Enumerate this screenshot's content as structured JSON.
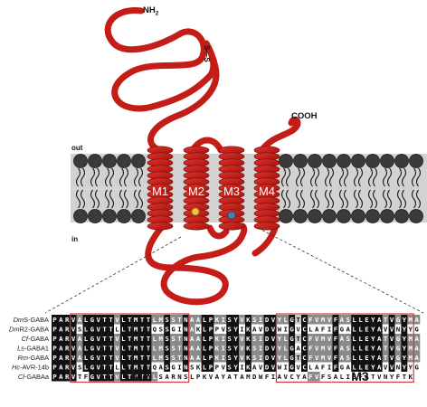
{
  "termini": {
    "n_terminus": "NH",
    "n_terminus_sub": "2",
    "c_terminus": "COOH",
    "disulfide": "S—S"
  },
  "sides": {
    "outside": "out",
    "inside": "in"
  },
  "helices": [
    {
      "label": "M1"
    },
    {
      "label": "M2"
    },
    {
      "label": "M3"
    },
    {
      "label": "M4"
    }
  ],
  "alignment": {
    "rows": [
      {
        "species": "Dm",
        "gene": "S-GABA",
        "sequence": "PARVALGVTTVLTMTTLMSSTNAALPKISYVKSIDVYLGTCFVMVFASLLEYATVGYMA"
      },
      {
        "species": "Dm",
        "gene": "R2-GABA",
        "sequence": "PARVSLGVTTLLTMTTQSSGINAKLPPVSYIKAVDVWIGVCLAFIFGALLEYAVVNYYG"
      },
      {
        "species": "Cf",
        "gene": "-GABA",
        "sequence": "PARVALGVTTVLTMTTLMSSTNAALPKISYVKSIDVYLGTCFVMVFASLLEYATVGYMA"
      },
      {
        "species": "Ls",
        "gene": "-GABA1",
        "sequence": "PARVALGVTTVLTMTTLMSSTNAALPKISYVKSIDVYLGACFVMVFASLLEYATVGYMA"
      },
      {
        "species": "Rm",
        "gene": "-GABA",
        "sequence": "PARVALGVTTVLTMTTLMSSTNAALPKISYVKSIDVYLGTCFVMVFASLLEYATVGYMA"
      },
      {
        "species": "Hc",
        "gene": "-AVR-14b",
        "sequence": "PARVSLGVTTLLTMTTQASGINSKLPPVSYIKAVDVWIGVCLAFIFGALLEYAVVNYYG"
      },
      {
        "species": "Cl",
        "gene": "-GABAa",
        "sequence": "PARVTFGVTTVLTMTTLSARNSLPKVAYATAMDWFIAVCYAFVFSALIEFATVNYFTK"
      }
    ],
    "region_labels": [
      "M2",
      "M3"
    ]
  },
  "colors": {
    "receptor_red": "#cc1f1a",
    "receptor_dark": "#7a0d0a",
    "membrane_gray": "#d0d0d0",
    "lipid_head": "#3a3a3a",
    "box_red": "#d23b3b",
    "site_yellow": "#f0c040",
    "site_blue": "#4a7fb5"
  }
}
